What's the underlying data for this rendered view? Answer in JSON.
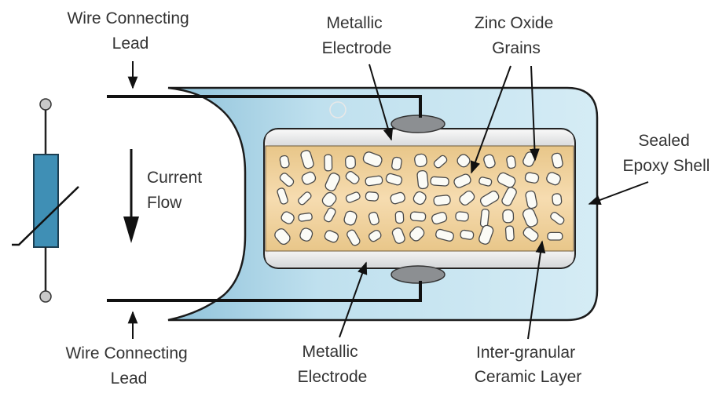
{
  "labels": {
    "wire_lead_top": [
      "Wire Connecting",
      "Lead"
    ],
    "wire_lead_bottom": [
      "Wire Connecting",
      "Lead"
    ],
    "metallic_electrode_top": [
      "Metallic",
      "Electrode"
    ],
    "metallic_electrode_bottom": [
      "Metallic",
      "Electrode"
    ],
    "zinc_oxide_grains": [
      "Zinc Oxide",
      "Grains"
    ],
    "sealed_epoxy_shell": [
      "Sealed",
      "Epoxy Shell"
    ],
    "current_flow": [
      "Current",
      "Flow"
    ],
    "inter_granular_layer": [
      "Inter-granular",
      "Ceramic Layer"
    ]
  },
  "colors": {
    "epoxy_shell": "#c9e6f1",
    "epoxy_shell_inner": "#9fcbe0",
    "ceramic_core": "#f0d3a1",
    "grain_fill": "#fbfbf6",
    "electrode_plate": "#e7e8e9",
    "electrode_contact": "#8c8f92",
    "resistor_body": "#3f8fb5",
    "line": "#111111",
    "label_text": "#333333"
  },
  "icons": {
    "varistor_symbol": "varistor-symbol-icon",
    "current_arrow": "down-arrow-icon"
  }
}
